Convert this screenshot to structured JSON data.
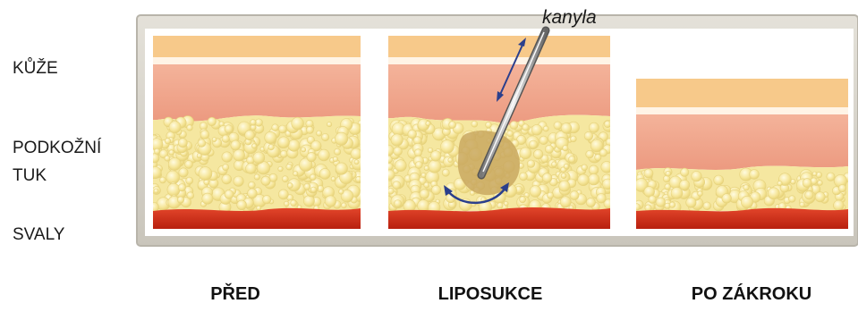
{
  "layers": {
    "skin": "KŮŽE",
    "fat_line1": "PODKOŽNÍ",
    "fat_line2": "TUK",
    "muscle": "SVALY"
  },
  "stages": {
    "before": "PŘED",
    "lipo": "LIPOSUKCE",
    "after": "PO ZÁKROKU"
  },
  "cannula": "kanyla",
  "colors": {
    "epidermis": "#f7c98a",
    "dermis": "#f0a58a",
    "fat": "#f7eaa0",
    "muscle": "#d8321e",
    "frame": "#d4d0c6",
    "arrow": "#2b3f8c"
  }
}
